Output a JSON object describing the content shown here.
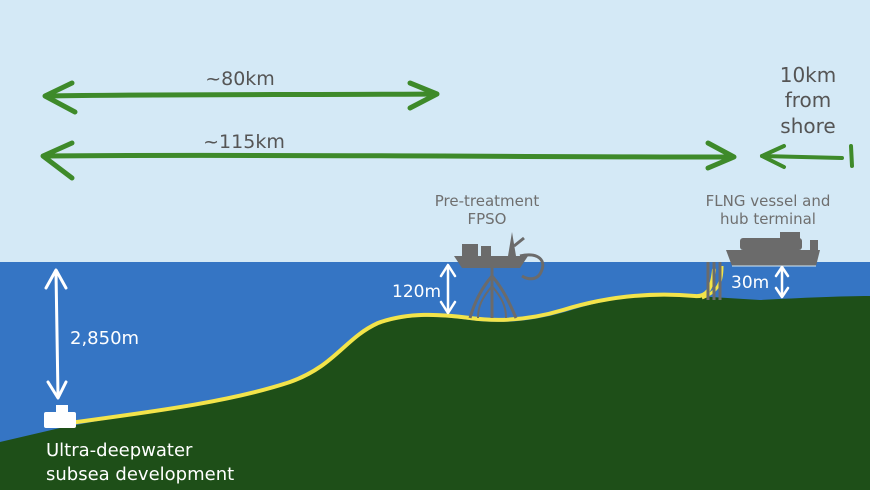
{
  "colors": {
    "sky": "#d4e9f6",
    "sea": "#3575c4",
    "seabed": "#1e4f18",
    "pipeline": "#f3e44a",
    "arrow_green": "#3e8a2a",
    "depth_arrow": "#ffffff",
    "structure": "#6b6b6b",
    "label_light": "#ffffff",
    "label_dark": "#6f6f6f"
  },
  "distances": {
    "span_80": "~80km",
    "span_115": "~115km",
    "shore_line1": "10km",
    "shore_line2": "from",
    "shore_line3": "shore"
  },
  "depths": {
    "ultra": "2,850m",
    "fpso": "120m",
    "flng": "30m"
  },
  "facilities": {
    "fpso_line1": "Pre-treatment",
    "fpso_line2": "FPSO",
    "flng_line1": "FLNG vessel and",
    "flng_line2": "hub terminal",
    "subsea_line1": "Ultra-deepwater",
    "subsea_line2": "subsea development"
  },
  "icons": [
    "subsea-unit-icon",
    "fpso-platform-icon",
    "flng-vessel-icon",
    "hub-terminal-icon"
  ]
}
